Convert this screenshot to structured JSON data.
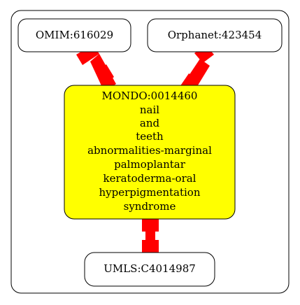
{
  "diagram": {
    "nodes": [
      {
        "id": "omim",
        "label": "OMIM:616029",
        "fill": "#ffffff"
      },
      {
        "id": "orphanet",
        "label": "Orphanet:423454",
        "fill": "#ffffff"
      },
      {
        "id": "mondo",
        "label_lines": [
          "MONDO:0014460",
          "nail",
          "and",
          "teeth",
          "abnormalities-marginal",
          "palmoplantar",
          "keratoderma-oral",
          "hyperpigmentation",
          "syndrome"
        ],
        "fill": "#ffff00"
      },
      {
        "id": "umls",
        "label": "UMLS:C4014987",
        "fill": "#ffffff"
      }
    ],
    "edges": [
      {
        "from": "omim",
        "to": "mondo",
        "color": "#ff0000"
      },
      {
        "from": "orphanet",
        "to": "mondo",
        "color": "#ff0000"
      },
      {
        "from": "mondo",
        "to": "umls",
        "color": "#ff0000"
      }
    ]
  }
}
